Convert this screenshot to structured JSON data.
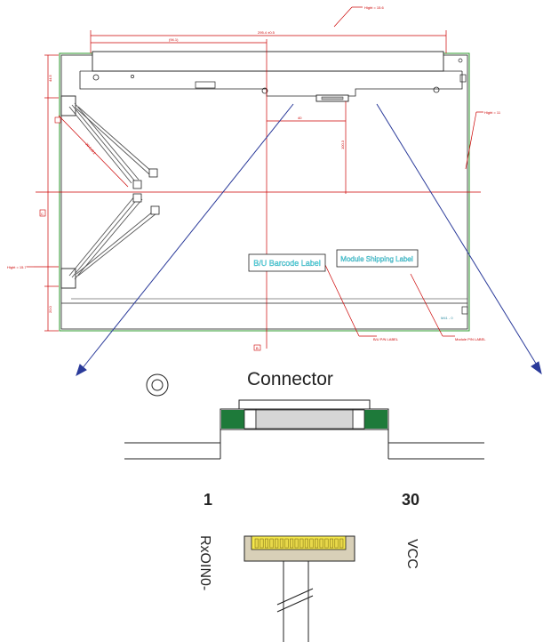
{
  "drawing": {
    "dims": {
      "top_height": "Hight = 15.6",
      "overall": "295.4 ±0.5",
      "sub_top": "(94.1)",
      "side_height": "Hight = 11",
      "left_marker": "Hight = 15.7",
      "center_offset": "40",
      "center_height": "100.3",
      "cable_length": "20.1±0.2",
      "left_top": "44.5",
      "left_bottom": "20.0",
      "datum_ref": "C",
      "datum_ref_bottom": "B"
    },
    "labels": {
      "bu_label": "B/U Barcode Label",
      "module_label": "Module Shipping Label",
      "bu_callout": "B/U P/N LABEL",
      "module_callout": "Module P/N LABEL",
      "panel_tag": "M41 - 0"
    },
    "colors": {
      "outline": "#222222",
      "dimension": "#cc0000",
      "arrow": "#2a3a9a",
      "frame": "#2e9a2e",
      "label_fill": "#66ffff"
    }
  },
  "connector": {
    "title": "Connector",
    "pin_first": "1",
    "pin_last": "30",
    "signal_first": "RxOIN0-",
    "signal_last": "VCC",
    "colors": {
      "green": "#1e7a3a",
      "gold": "#f5e84a",
      "body": "#d8d0b8"
    }
  }
}
